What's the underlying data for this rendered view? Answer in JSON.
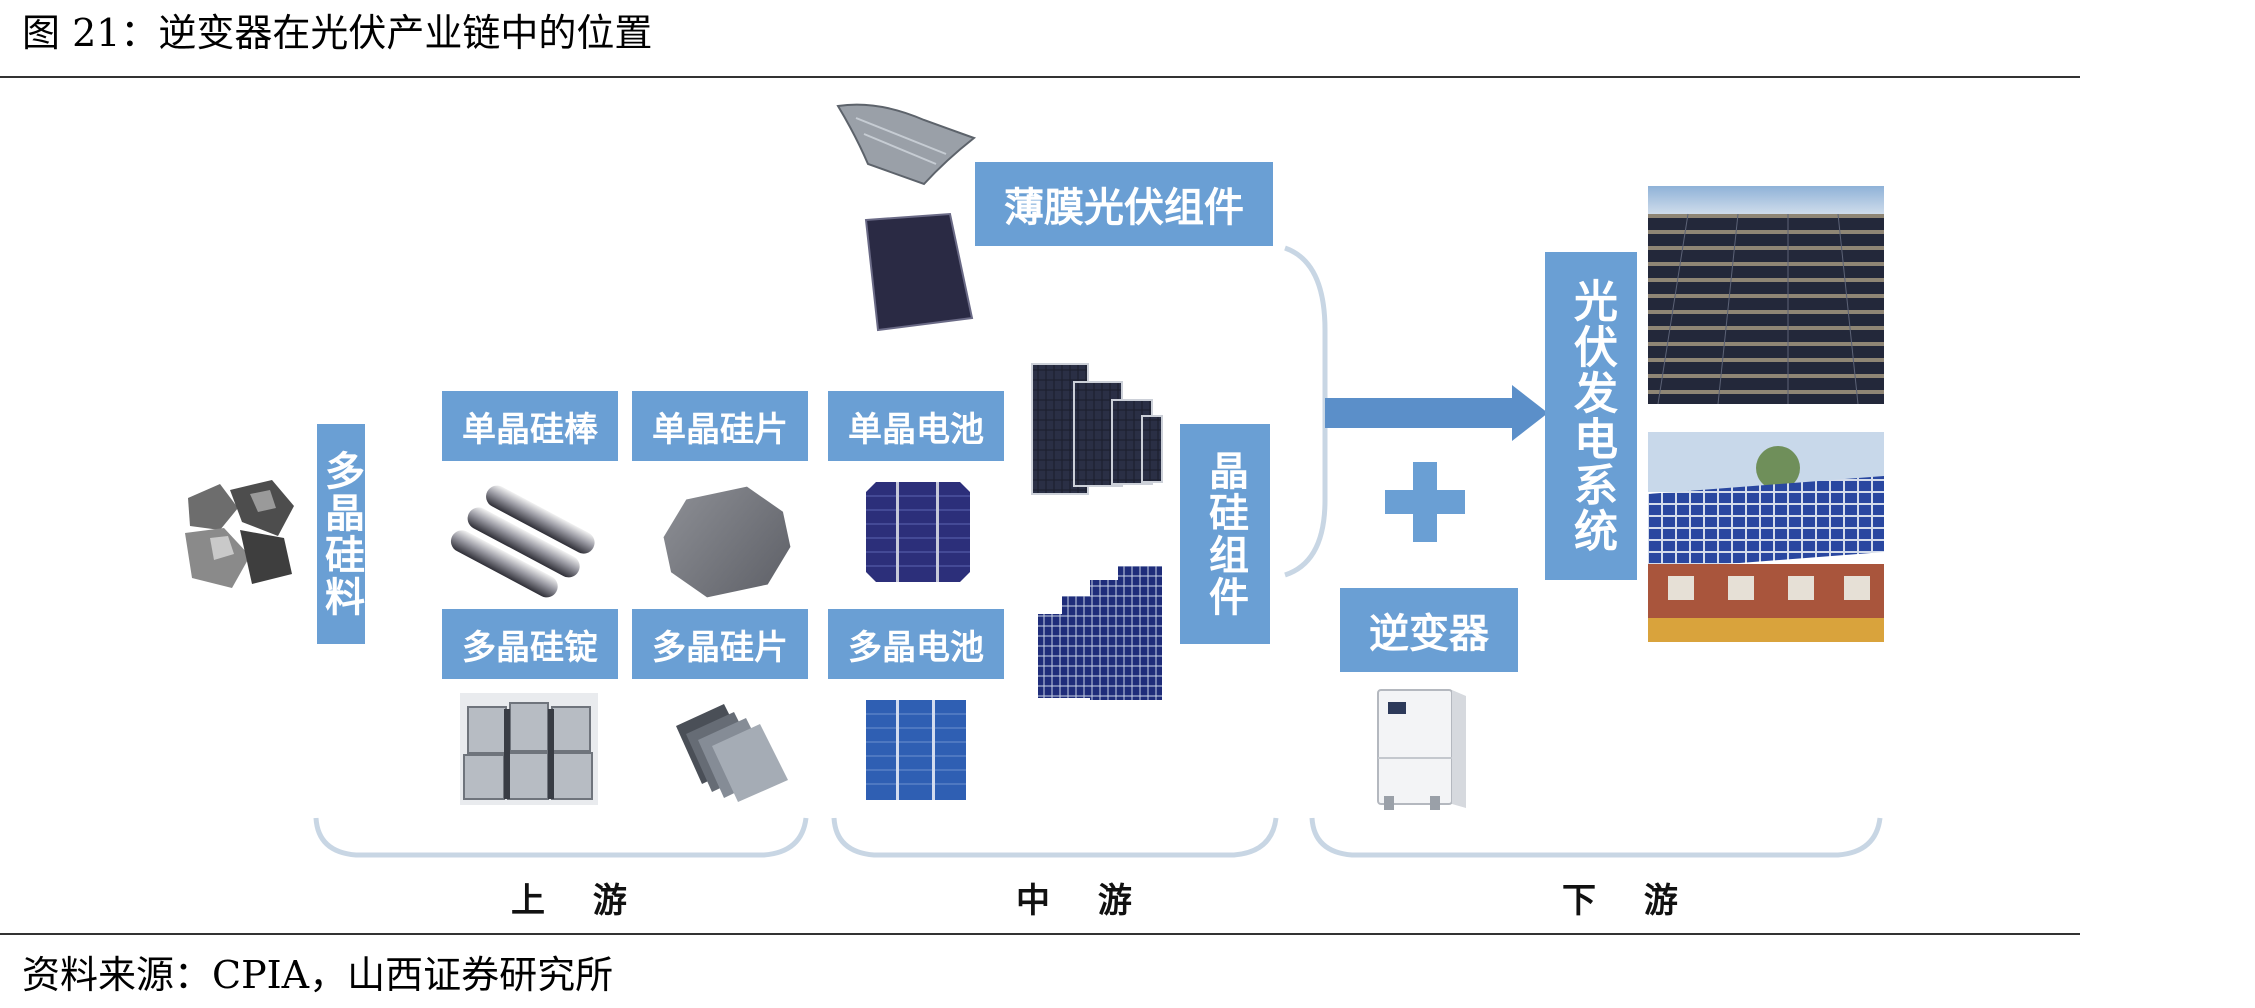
{
  "figure": {
    "title": "图 21：逆变器在光伏产业链中的位置",
    "source": "资料来源：CPIA，山西证券研究所"
  },
  "stages": {
    "upstream": "上 游",
    "midstream": "中 游",
    "downstream": "下 游"
  },
  "nodes": {
    "polysilicon": "多晶硅料",
    "mono_rod": "单晶硅棒",
    "mono_wafer": "单晶硅片",
    "mono_cell": "单晶电池",
    "poly_ingot": "多晶硅锭",
    "poly_wafer": "多晶硅片",
    "poly_cell": "多晶电池",
    "thin_film": "薄膜光伏组件",
    "crystalline_module": "晶硅组件",
    "inverter": "逆变器",
    "pv_system": "光伏发电系统"
  },
  "symbols": {
    "plus": "+"
  },
  "colors": {
    "box": "#6a9fd4",
    "arrow": "#5b8fc9",
    "bracket": "#c8d6e4",
    "cell_mono": "#2c2f7a",
    "cell_poly": "#2f5fb3"
  }
}
